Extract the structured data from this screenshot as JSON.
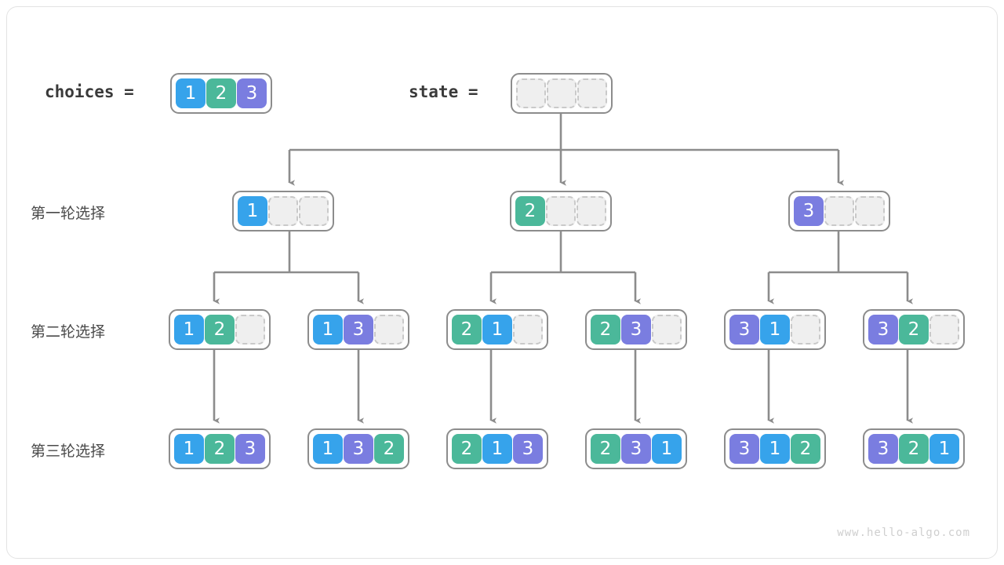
{
  "diagram": {
    "title_labels": {
      "choices": "choices  =",
      "state": "state  ="
    },
    "watermark": "www.hello-algo.com",
    "colors": {
      "value_1": "#36a3eb",
      "value_2": "#4bb89a",
      "value_3": "#7a7de0",
      "empty_cell": "#efefef",
      "border": "#8c8c8c",
      "arrow": "#8c8c8c"
    },
    "row_labels": [
      "第一轮选择",
      "第二轮选择",
      "第三轮选择"
    ],
    "legend": {
      "choices_values": [
        "1",
        "2",
        "3"
      ],
      "state_values": [
        "",
        "",
        ""
      ]
    },
    "levels": [
      {
        "label": "第一轮选择",
        "nodes": [
          {
            "cells": [
              "1",
              "",
              ""
            ]
          },
          {
            "cells": [
              "2",
              "",
              ""
            ]
          },
          {
            "cells": [
              "3",
              "",
              ""
            ]
          }
        ]
      },
      {
        "label": "第二轮选择",
        "nodes": [
          {
            "cells": [
              "1",
              "2",
              ""
            ]
          },
          {
            "cells": [
              "1",
              "3",
              ""
            ]
          },
          {
            "cells": [
              "2",
              "1",
              ""
            ]
          },
          {
            "cells": [
              "2",
              "3",
              ""
            ]
          },
          {
            "cells": [
              "3",
              "1",
              ""
            ]
          },
          {
            "cells": [
              "3",
              "2",
              ""
            ]
          }
        ]
      },
      {
        "label": "第三轮选择",
        "nodes": [
          {
            "cells": [
              "1",
              "2",
              "3"
            ]
          },
          {
            "cells": [
              "1",
              "3",
              "2"
            ]
          },
          {
            "cells": [
              "2",
              "1",
              "3"
            ]
          },
          {
            "cells": [
              "2",
              "3",
              "1"
            ]
          },
          {
            "cells": [
              "3",
              "1",
              "2"
            ]
          },
          {
            "cells": [
              "3",
              "2",
              "1"
            ]
          }
        ]
      }
    ]
  }
}
